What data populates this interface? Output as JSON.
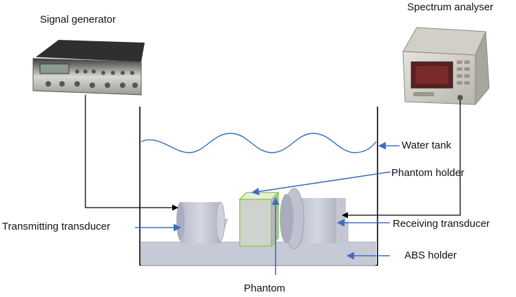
{
  "labels": {
    "signal_generator": "Signal generator",
    "spectrum_analyser": "Spectrum analyser",
    "water_tank": "Water tank",
    "phantom_holder": "Phantom holder",
    "transmitting_transducer": "Transmitting transducer",
    "receiving_transducer": "Receiving transducer",
    "abs_holder": "ABS holder",
    "phantom": "Phantom"
  },
  "colors": {
    "arrow": "#3a6fc2",
    "water": "#2e6db8",
    "holder": "#c6c9d6",
    "phantom_edge": "#8fcf4a"
  }
}
